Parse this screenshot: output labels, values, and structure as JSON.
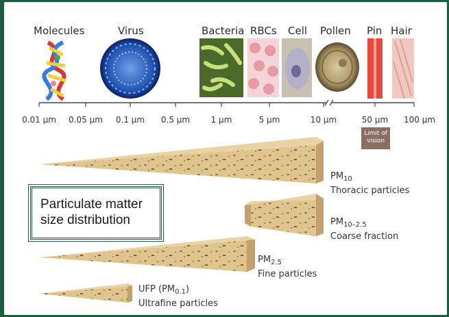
{
  "title": [
    "Particulate matter",
    "size distribution"
  ],
  "objects": [
    {
      "label": "Molecules",
      "icon": "molecule-dna-icon"
    },
    {
      "label": "Virus",
      "icon": "virus-image-icon"
    },
    {
      "label": "Bacteria",
      "icon": "bacteria-image-icon"
    },
    {
      "label": "RBCs",
      "icon": "red-blood-cells-icon"
    },
    {
      "label": "Cell",
      "icon": "cell-image-icon"
    },
    {
      "label": "Pollen",
      "icon": "pollen-image-icon"
    },
    {
      "label": "Pin",
      "icon": "pin-image-icon"
    },
    {
      "label": "Hair",
      "icon": "hair-image-icon"
    }
  ],
  "scale": {
    "ticks": [
      "0.01 µm",
      "0.05 µm",
      "0.1 µm",
      "0.5 µm",
      "1 µm",
      "5 µm",
      "10 µm",
      "50 µm",
      "100 µm"
    ],
    "limit_of_vision": "Limit of vision"
  },
  "particles": [
    {
      "prefix": "PM",
      "sub": "10",
      "suffix": "",
      "desc": "Thoracic particles"
    },
    {
      "prefix": "PM",
      "sub": "10–2.5",
      "suffix": "",
      "desc": "Coarse fraction"
    },
    {
      "prefix": "PM",
      "sub": "2.5",
      "suffix": "",
      "desc": "Fine particles"
    },
    {
      "prefix": "UFP (PM",
      "sub": "0.1",
      "suffix": ")",
      "desc": "Ultrafine particles"
    }
  ],
  "colors": {
    "frame": "#1d5c3c",
    "wedge": "#e0c48e",
    "wedge_dark": "#c4a06a",
    "speckle": "#7a5a3c",
    "limit_box": "#8b6d63"
  }
}
